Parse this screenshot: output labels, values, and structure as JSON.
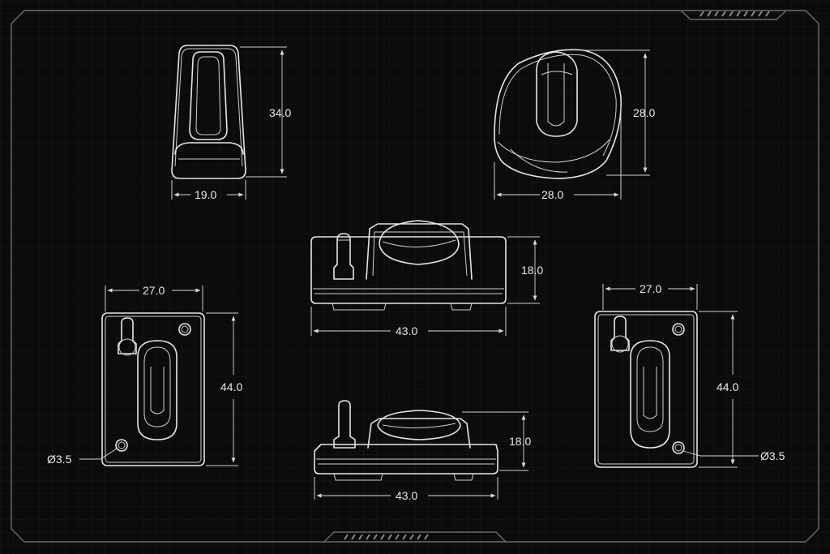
{
  "dimensions": {
    "top_left_height": "34.0",
    "top_left_width": "19.0",
    "top_right_height": "28.0",
    "top_right_width": "28.0",
    "center_height": "18.0",
    "center_width": "43.0",
    "left_width": "27.0",
    "left_height": "44.0",
    "left_hole": "Ø3.5",
    "bottom_height": "18.0",
    "bottom_width": "43.0",
    "right_width": "27.0",
    "right_height": "44.0",
    "right_hole": "Ø3.5"
  }
}
